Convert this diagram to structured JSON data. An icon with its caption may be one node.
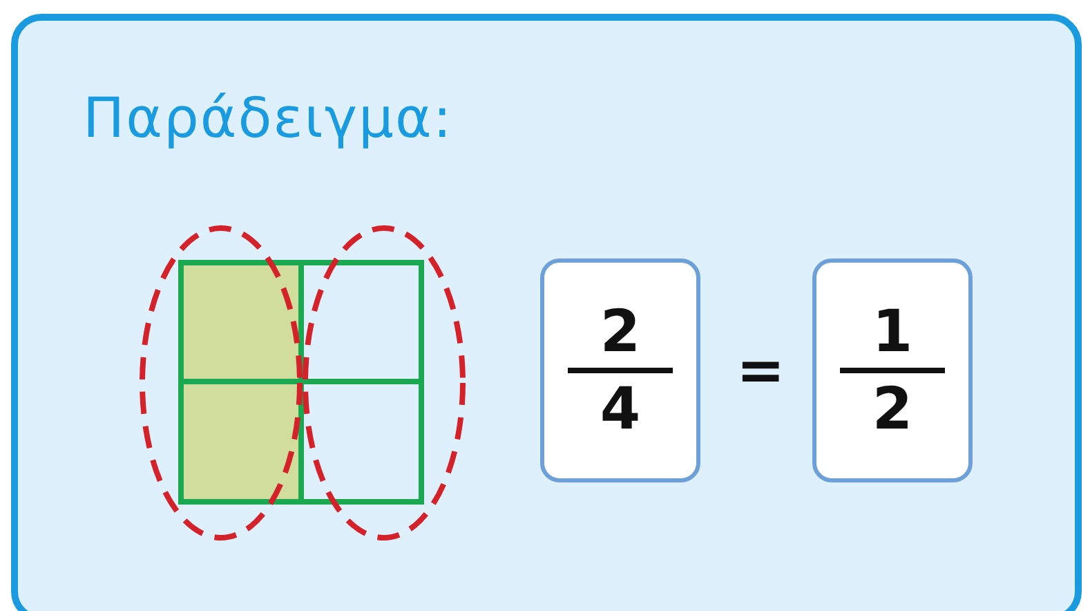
{
  "diagram": {
    "title": "Παράδειγμα:",
    "nodes": [
      {
        "text": [
          "2",
          "4"
        ]
      },
      {
        "text": [
          "1",
          "2"
        ]
      }
    ],
    "labels": [
      "="
    ]
  }
}
